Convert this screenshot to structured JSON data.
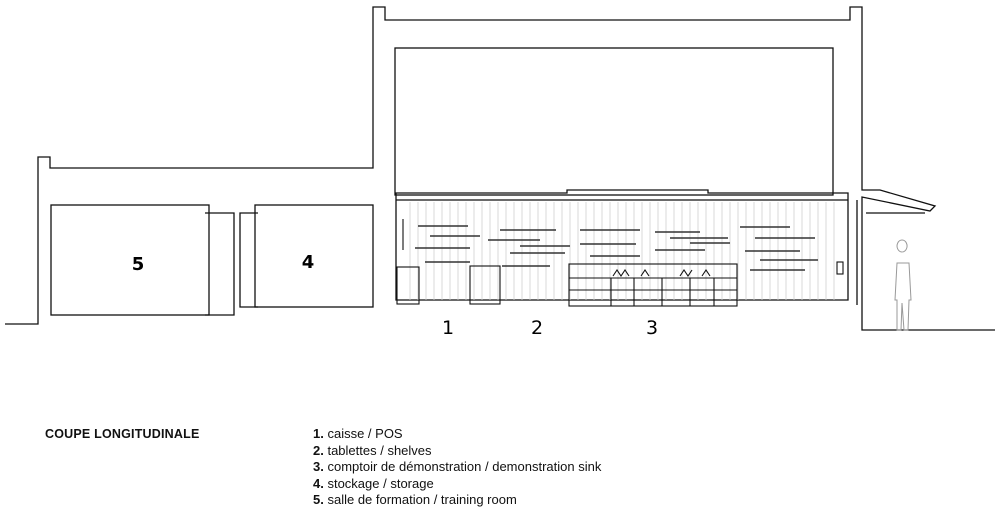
{
  "title": "COUPE LONGITUDINALE",
  "room_labels": {
    "training": "5",
    "storage": "4"
  },
  "zone_labels": {
    "pos": "1",
    "shelves": "2",
    "sink": "3"
  },
  "legend": [
    {
      "num": "1.",
      "text": "caisse / POS"
    },
    {
      "num": "2.",
      "text": "tablettes / shelves"
    },
    {
      "num": "3.",
      "text": "comptoir de démonstration / demonstration sink"
    },
    {
      "num": "4.",
      "text": "stockage / storage"
    },
    {
      "num": "5.",
      "text": "salle de formation / training room"
    }
  ]
}
